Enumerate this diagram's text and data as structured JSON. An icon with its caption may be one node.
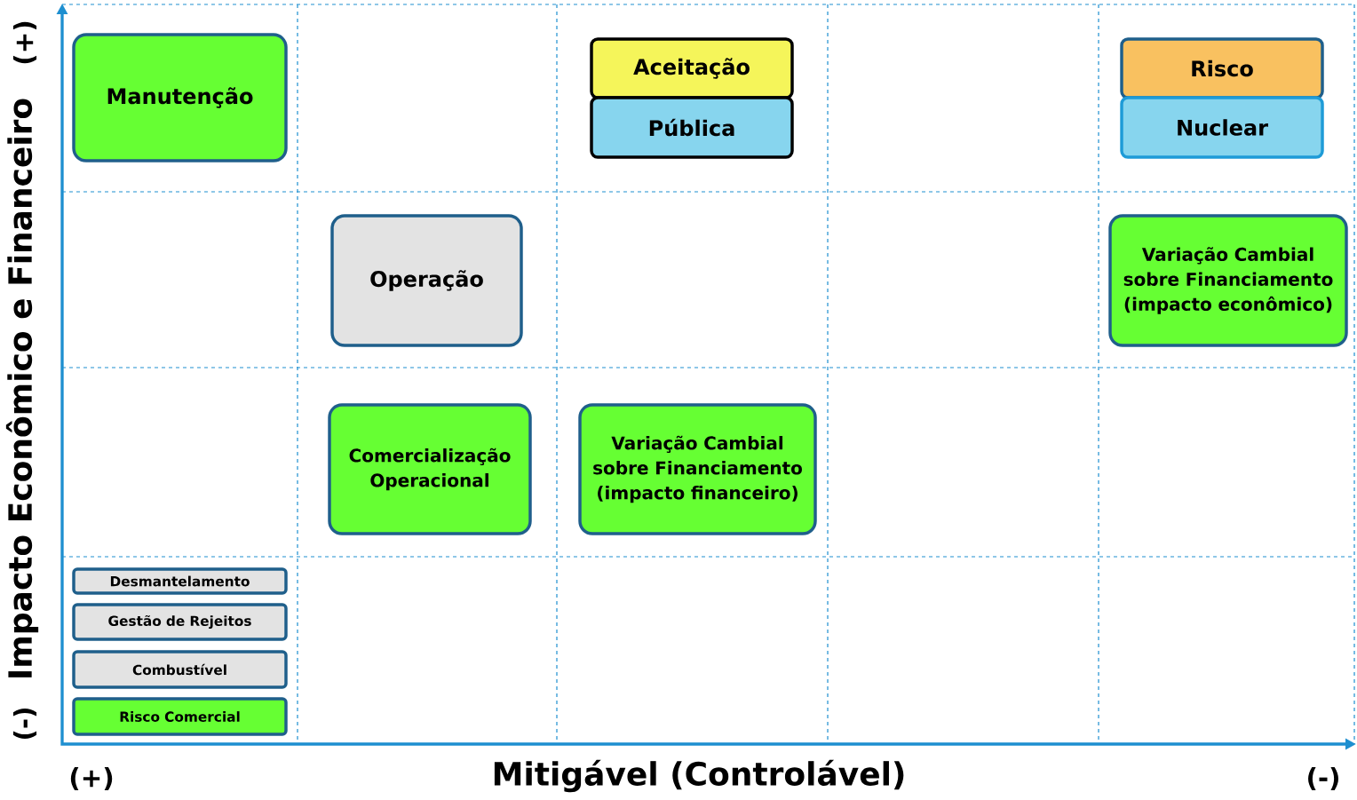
{
  "diagram": {
    "nodes": [
      {
        "text": [
          "Manutenção"
        ]
      },
      {
        "text": [
          "Aceitação"
        ]
      },
      {
        "text": [
          "Pública"
        ]
      },
      {
        "text": [
          "Risco"
        ]
      },
      {
        "text": [
          "Nuclear"
        ]
      },
      {
        "text": [
          "Operação"
        ]
      },
      {
        "text": [
          "Variação Cambial sobre Financiamento (impacto econômico)"
        ]
      },
      {
        "text": [
          "Comercialização Operacional"
        ]
      },
      {
        "text": [
          "Variação Cambial sobre Financiamento (impacto financeiro)"
        ]
      },
      {
        "text": [
          "Desmantelamento"
        ]
      },
      {
        "text": [
          "Gestão de Rejeitos"
        ]
      },
      {
        "text": [
          "Combustível"
        ]
      },
      {
        "text": [
          "Risco Comercial"
        ]
      }
    ],
    "labels": [
      "(+)",
      "Impacto Econômico e Financeiro",
      "(-)",
      "(+)",
      "Mitigável (Controlável)",
      "(-)"
    ]
  }
}
